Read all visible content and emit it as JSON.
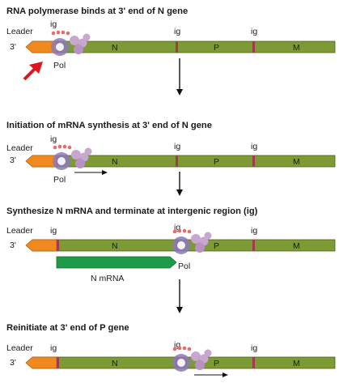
{
  "colors": {
    "genome": "#7d9a34",
    "genome_dark": "#4f6418",
    "leader": "#f08a1e",
    "leader_dark": "#b45e08",
    "ig_mark": "#a2394f",
    "polymerase": "#8c7ab6",
    "polymerase_light": "#c8a6cf",
    "cap_dots": "#e86a6a",
    "mrna": "#1f9a48",
    "arrow_red": "#e3141c"
  },
  "icons": {
    "polymerase": "polymerase-complex-icon",
    "pointer": "red-arrow-icon",
    "flow": "down-arrow-icon"
  },
  "panels": [
    {
      "title": "RNA polymerase binds at 3' end of N gene",
      "leader": "Leader",
      "three_prime": "3'",
      "ig_labels": [
        "ig",
        "ig",
        "ig"
      ],
      "genes": [
        "N",
        "P",
        "M"
      ],
      "pol": "Pol",
      "stage": "bind"
    },
    {
      "title": "Initiation of mRNA synthesis at 3' end of N gene",
      "leader": "Leader",
      "three_prime": "3'",
      "ig_labels": [
        "ig",
        "ig",
        "ig"
      ],
      "genes": [
        "N",
        "P",
        "M"
      ],
      "pol": "Pol",
      "stage": "initiate"
    },
    {
      "title": "Synthesize N mRNA and terminate at intergenic region (ig)",
      "leader": "Leader",
      "three_prime": "3'",
      "ig_labels": [
        "ig",
        "ig",
        "ig"
      ],
      "genes": [
        "N",
        "P",
        "M"
      ],
      "pol": "Pol",
      "mrna": "N mRNA",
      "stage": "terminate"
    },
    {
      "title": "Reinitiate at 3' end of P gene",
      "leader": "Leader",
      "three_prime": "3'",
      "ig_labels": [
        "ig",
        "ig",
        "ig"
      ],
      "genes": [
        "N",
        "P",
        "M"
      ],
      "pol": "",
      "stage": "reinitiate"
    }
  ]
}
